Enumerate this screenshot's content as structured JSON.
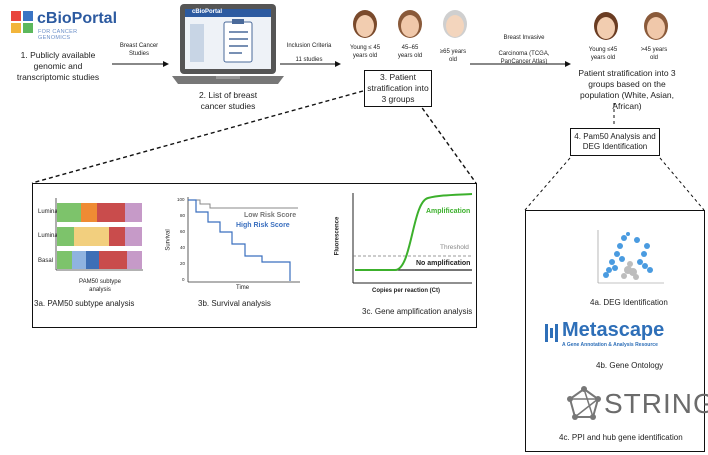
{
  "logo": {
    "title": "cBioPortal",
    "subtitle": "FOR CANCER GENOMICS"
  },
  "step1": "1. Publicly available genomic and transcriptomic studies",
  "arrow1": "Breast Cancer Studies",
  "laptop_logo": "cBioPortal",
  "step2": "2. List of breast cancer studies",
  "arrow2": {
    "line1": "Inclusion Criteria",
    "line2": "11 studies"
  },
  "groups": {
    "young": "Young ≤ 45 years old",
    "mid": "45–65 years old",
    "old": "≥65 years old"
  },
  "step3": "3. Patient stratification into 3 groups",
  "arrow3": {
    "line1": "Breast Invasive",
    "line2": "Carcinoma (TCGA,",
    "line3": "PanCancer Atlas)"
  },
  "groups2": {
    "young": "Young ≤45 years old",
    "old": ">45 years old"
  },
  "right_text": "Patient stratification into 3 groups based on the population (White, Asian, African)",
  "step4": "4. Pam50 Analysis and DEG Identification",
  "pam50": {
    "rows": [
      "Luminal A",
      "Luminal B",
      "Basal"
    ],
    "xlabel": "PAM50 subtype analysis",
    "caption": "3a. PAM50 subtype analysis",
    "colors": {
      "green": "#7dc36b",
      "orange": "#ef8b34",
      "red": "#c94c4c",
      "pink": "#c69ac8",
      "yellow": "#f2cf7e",
      "blue": "#3d6fb6",
      "lightblue": "#8fb3e0"
    }
  },
  "survival": {
    "ylabel": "Survival",
    "xlabel": "Time",
    "yticks": [
      "100",
      "80",
      "60",
      "40",
      "20",
      "0"
    ],
    "low": "Low Risk Score",
    "high": "High Risk Score",
    "caption": "3b. Survival analysis"
  },
  "amplification": {
    "ylabel": "Fluorescence",
    "xlabel": "Copies per reaction (Ct)",
    "amp": "Amplification",
    "threshold": "Threshold",
    "noamp": "No amplification",
    "caption": "3c. Gene amplification analysis"
  },
  "deg": {
    "caption": "4a. DEG Identification"
  },
  "metascape": {
    "name": "Metascape",
    "tagline": "A Gene Annotation & Analysis Resource",
    "caption": "4b. Gene Ontology"
  },
  "string": {
    "name": "STRING",
    "caption": "4c. PPI and hub gene identification"
  }
}
